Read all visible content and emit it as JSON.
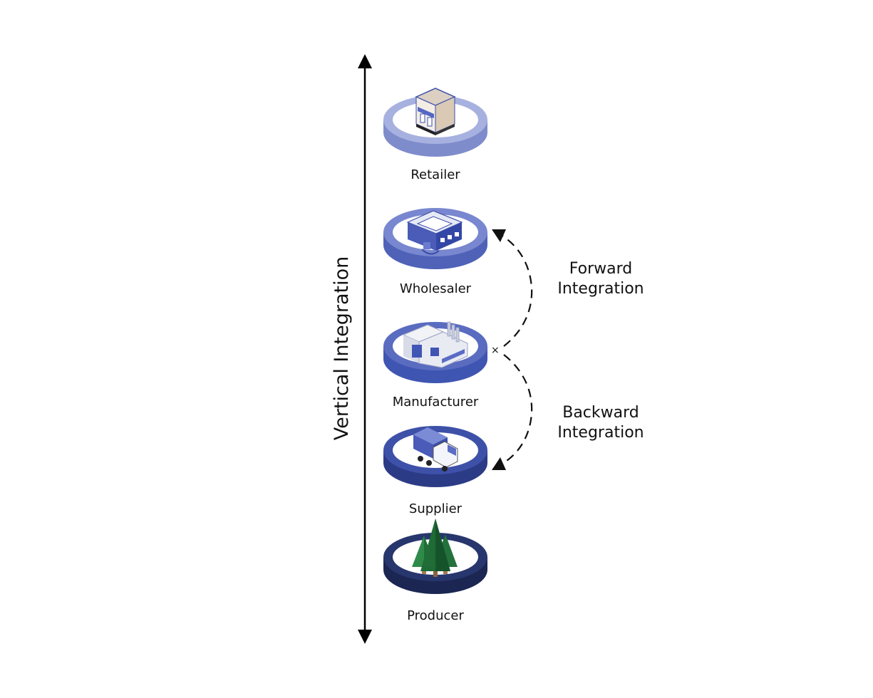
{
  "axis": {
    "label": "Vertical Integration"
  },
  "stages": [
    {
      "label": "Retailer",
      "icon": "store-icon",
      "side": "#7f8ccb",
      "rim": "#a7b1e0",
      "inner": "#ffffff"
    },
    {
      "label": "Wholesaler",
      "icon": "warehouse-icon",
      "side": "#4f62b8",
      "rim": "#7887cf",
      "inner": "#ffffff"
    },
    {
      "label": "Manufacturer",
      "icon": "factory-icon",
      "side": "#3f55b2",
      "rim": "#5a6cc0",
      "inner": "#ffffff"
    },
    {
      "label": "Supplier",
      "icon": "truck-icon",
      "side": "#2b3b86",
      "rim": "#3e51a8",
      "inner": "#ffffff"
    },
    {
      "label": "Producer",
      "icon": "tree-icon",
      "side": "#1b2652",
      "rim": "#27366d",
      "inner": "#ffffff"
    }
  ],
  "forward": {
    "line1": "Forward",
    "line2": "Integration"
  },
  "backward": {
    "line1": "Backward",
    "line2": "Integration"
  }
}
